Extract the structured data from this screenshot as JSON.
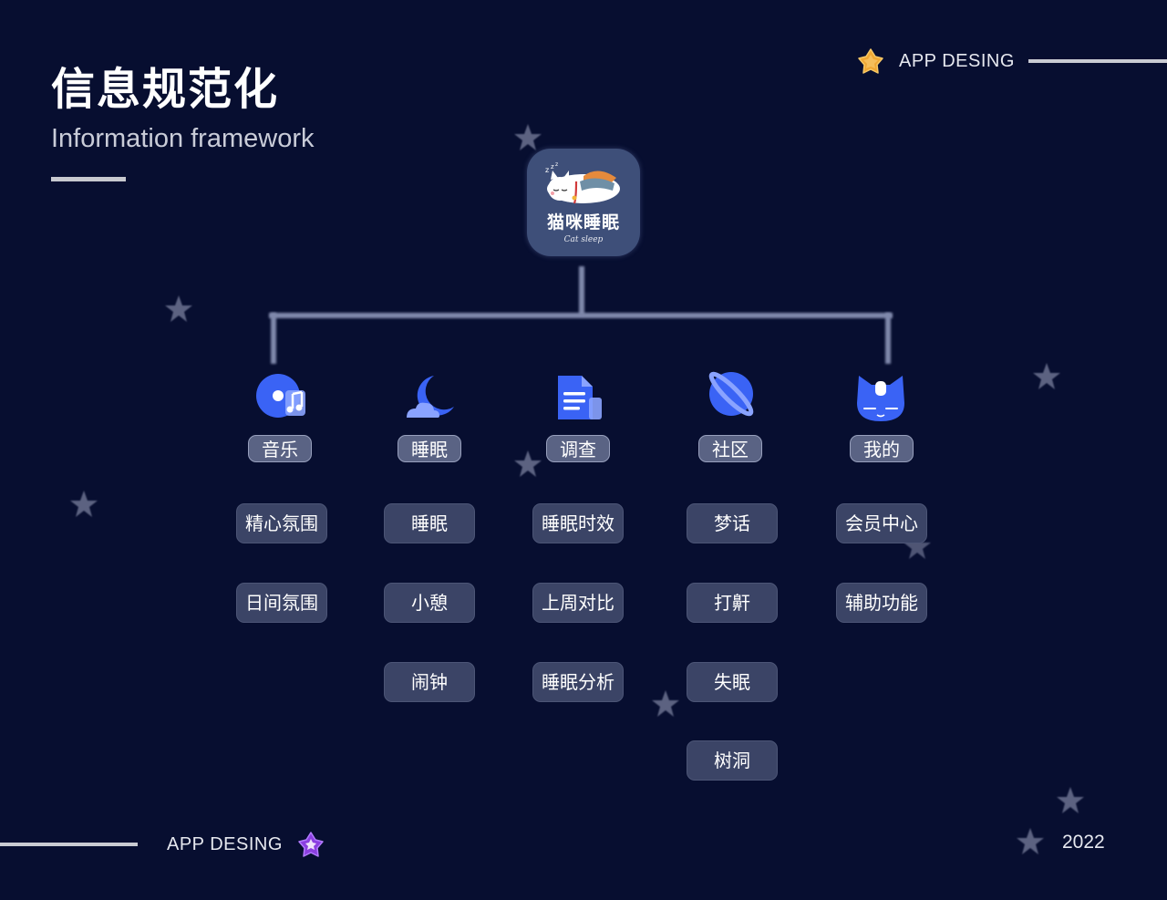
{
  "header": {
    "title_cn": "信息规范化",
    "title_en": "Information framework"
  },
  "brand": {
    "top_label": "APP DESING",
    "bottom_label": "APP DESING",
    "year": "2022"
  },
  "app": {
    "name_cn": "猫咪睡眠",
    "name_en": "Cat sleep"
  },
  "icons": {
    "top_badge": "orange-star-icon",
    "bottom_badge": "purple-star-icon",
    "categories": [
      "music-disc-icon",
      "moon-cloud-icon",
      "document-icon",
      "planet-icon",
      "cat-face-icon"
    ]
  },
  "categories": [
    {
      "label": "音乐",
      "items": [
        "精心氛围",
        "日间氛围"
      ]
    },
    {
      "label": "睡眠",
      "items": [
        "睡眠",
        "小憩",
        "闹钟"
      ]
    },
    {
      "label": "调查",
      "items": [
        "睡眠时效",
        "上周对比",
        "睡眠分析"
      ]
    },
    {
      "label": "社区",
      "items": [
        "梦话",
        "打鼾",
        "失眠",
        "树洞"
      ]
    },
    {
      "label": "我的",
      "items": [
        "会员中心",
        "辅助功能"
      ]
    }
  ],
  "colors": {
    "background": "#070e30",
    "icon_blue": "#3a63f5",
    "pill_bg": "#5a6384",
    "button_bg": "#3b4466",
    "star": "#8a90ad"
  }
}
